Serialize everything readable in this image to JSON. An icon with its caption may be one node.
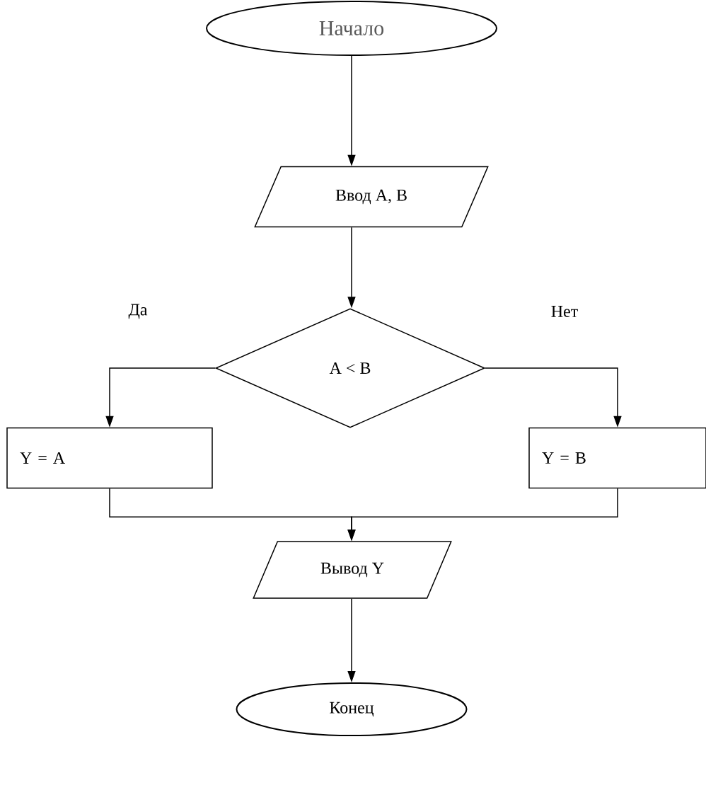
{
  "diagram": {
    "nodes": [
      {
        "text": [
          "Начало"
        ]
      },
      {
        "text": [
          "Ввод A, B"
        ]
      },
      {
        "text": [
          "A < B"
        ]
      },
      {
        "text": [
          "Y = A"
        ]
      },
      {
        "text": [
          "Y = B"
        ]
      },
      {
        "text": [
          "Вывод Y"
        ]
      },
      {
        "text": [
          "Конец"
        ]
      }
    ],
    "edges": [
      {
        "from": 0,
        "to": 1,
        "arrow": "to"
      },
      {
        "from": 1,
        "to": 2,
        "arrow": "to"
      },
      {
        "from": 2,
        "to": 3,
        "arrow": "to",
        "label": "Да"
      },
      {
        "from": 2,
        "to": 4,
        "arrow": "to",
        "label": "Нет"
      },
      {
        "from": 3,
        "to": 5,
        "arrow": "to"
      },
      {
        "from": 4,
        "to": 5,
        "arrow": "to"
      },
      {
        "from": 5,
        "to": 6,
        "arrow": "to"
      }
    ]
  }
}
